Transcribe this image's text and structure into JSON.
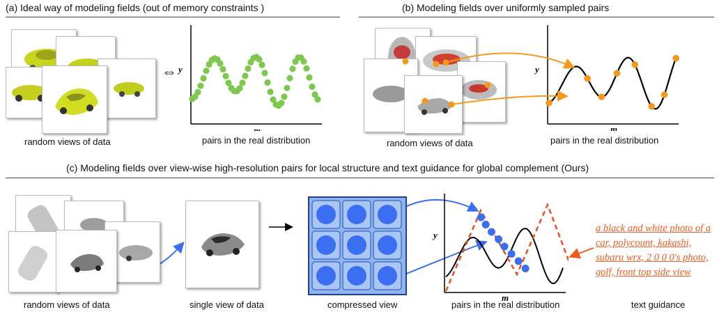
{
  "panel_a": {
    "title": "(a) Ideal way of modeling fields (out of memory constraints )",
    "views_caption": "random views of data",
    "plot_caption": "pairs in the real distribution",
    "equiv_symbol": "⇔",
    "y_label": "y",
    "x_label": "m"
  },
  "panel_b": {
    "title": "(b) Modeling fields over uniformly sampled pairs",
    "views_caption": "random views of data",
    "plot_caption": "pairs in the real distribution",
    "y_label": "y",
    "x_label": "m"
  },
  "panel_c": {
    "title": "(c) Modeling fields over view-wise high-resolution pairs for local structure and text guidance for global complement (Ours)",
    "views_caption": "random views of data",
    "single_caption": "single view of data",
    "compressed_caption": "compressed view",
    "plot_caption": "pairs in the real distribution",
    "text_caption": "text guidance",
    "text_guidance": "a black and white photo of a car, polycount, kakashi, subaru wrx, 2 0 0 0's photo, golf, front top side view",
    "y_label": "y",
    "x_label": "m"
  },
  "colors": {
    "green_points": "#7ec850",
    "orange_points": "#f39a1e",
    "blue_points": "#3b6ef0",
    "grid_fill": "#8fb4f0",
    "dashed_line": "#e8501e",
    "text_guidance": "#f05a1e",
    "arrow_orange": "#f39a1e",
    "arrow_blue": "#3b6ef0"
  }
}
